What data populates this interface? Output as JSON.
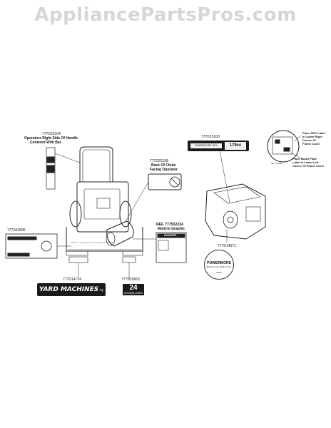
{
  "watermark": "AppliancePartsPros.com",
  "labels": {
    "p_handle": "777D22104",
    "handle_note": [
      "Operators Right Side Of Handle",
      "Centered With Bar"
    ],
    "p_chute": "777D22158",
    "chute_note": [
      "Back Of Chute",
      "Facing Operator"
    ],
    "p_engine_label": "777D15100",
    "p_left_panel": "777S52836",
    "p_ref": "REF. 777S52224",
    "ref_note": "Mold-In Graphic",
    "danger": "DANGER",
    "p_ym": "777D14774",
    "p_size": "777D15663",
    "p_engine_cover": "777D14071",
    "srt_note": [
      "Place SRC Label",
      "In Lower Right",
      "Corner Of",
      "Frame Cover"
    ],
    "model_note": [
      "Place Model Plate",
      "Label In Lower Left",
      "Corner Of Frame Cover"
    ],
    "ser_note": "Ser. Of Mdl"
  },
  "decals": {
    "yard_machines": "YARD MACHINES",
    "yard_machines_small": "by MTD",
    "size_big": "24",
    "size_small": "SNOWBLOWER",
    "engine_brand": "POWERMORE OHV",
    "engine_cc": "179cc",
    "powermore": "POWERMORE",
    "powermore_sub": "Built for work. Built for life.",
    "powermore_num": "XXXX"
  },
  "colors": {
    "ink": "#111111",
    "watermark": "#d6d6d6"
  }
}
